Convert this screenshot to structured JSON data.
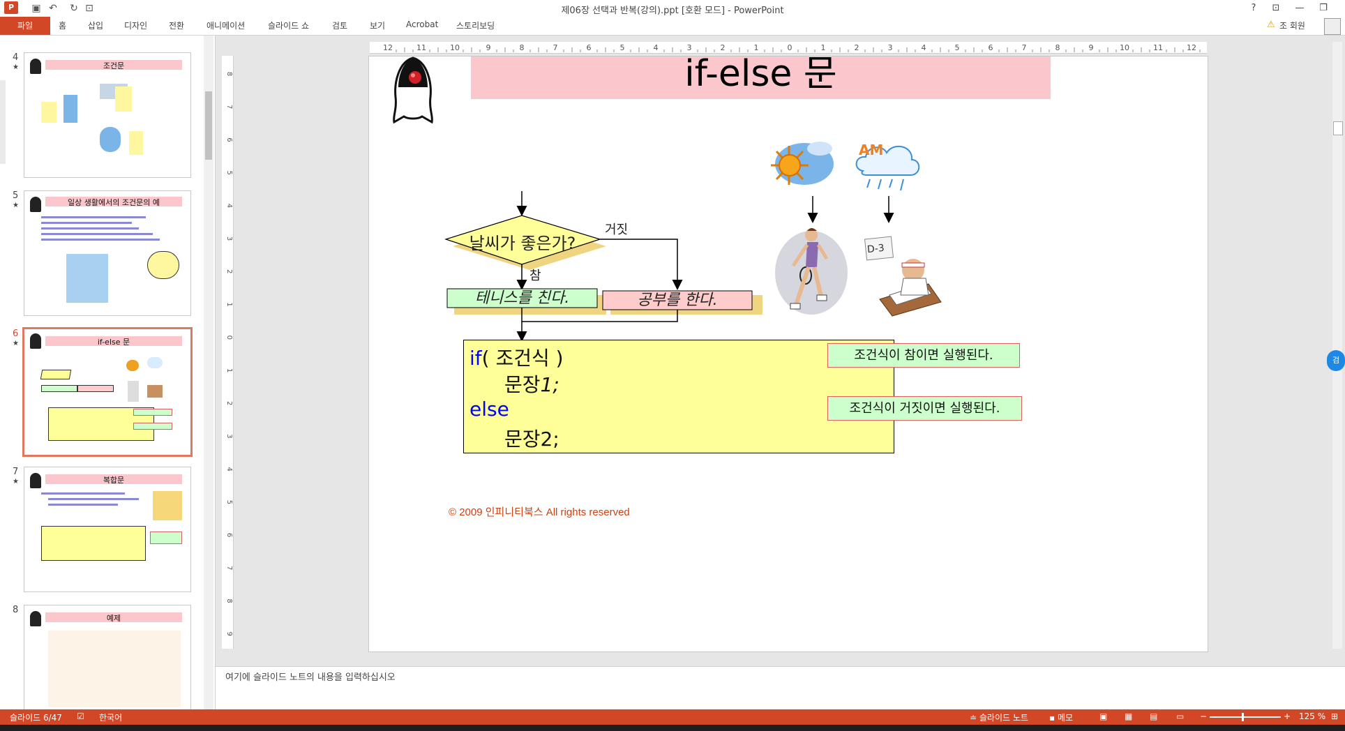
{
  "app": {
    "title": "제06장 선택과 반복(강의).ppt [호환 모드] - PowerPoint",
    "help": "?",
    "user": "조 회원"
  },
  "ribbon": {
    "file": "파일",
    "tabs": [
      "홈",
      "삽입",
      "디자인",
      "전환",
      "애니메이션",
      "슬라이드 쇼",
      "검토",
      "보기",
      "Acrobat",
      "스토리보딩"
    ]
  },
  "thumbnails": [
    {
      "num": "4",
      "title": "조건문"
    },
    {
      "num": "5",
      "title": "일상 생활에서의 조건문의 예"
    },
    {
      "num": "6",
      "title": "if-else 문"
    },
    {
      "num": "7",
      "title": "복합문"
    },
    {
      "num": "8",
      "title": "예제"
    }
  ],
  "slide": {
    "title": "if-else 문",
    "decision": "날씨가 좋은가?",
    "false_label": "거짓",
    "true_label": "참",
    "true_box": "테니스를 친다.",
    "false_box": "공부를 한다.",
    "am_label": "AM",
    "d3_label": "D-3",
    "code": {
      "if_kw": "if",
      "cond": "( 조건식 )",
      "stmt1": "문장",
      "stmt1_num": "1;",
      "else_kw": "else",
      "stmt2": "문장2;"
    },
    "callout_true": "조건식이 참이면 실행된다.",
    "callout_false": "조건식이 거짓이면 실행된다.",
    "copyright": "© 2009 인피니티북스  All rights reserved"
  },
  "ruler": {
    "top": [
      "12",
      "11",
      "10",
      "9",
      "8",
      "7",
      "6",
      "5",
      "4",
      "3",
      "2",
      "1",
      "0",
      "1",
      "2",
      "3",
      "4",
      "5",
      "6",
      "7",
      "8",
      "9",
      "10",
      "11",
      "12"
    ],
    "left": [
      "8",
      "7",
      "6",
      "5",
      "4",
      "3",
      "2",
      "1",
      "0",
      "1",
      "2",
      "3",
      "4",
      "5",
      "6",
      "7",
      "8",
      "9"
    ]
  },
  "notes_placeholder": "여기에 슬라이드 노트의 내용을 입력하십시오",
  "status": {
    "slide": "슬라이드 6/47",
    "lang": "한국어",
    "notes_btn": "슬라이드 노트",
    "comments_btn": "메모",
    "zoom": "125 %"
  },
  "colors": {
    "accent": "#d24726",
    "title_bg": "#fbc7cc",
    "code_bg": "#ffff99",
    "callout_bg": "#ccffcc",
    "keyword": "#0000ff"
  }
}
